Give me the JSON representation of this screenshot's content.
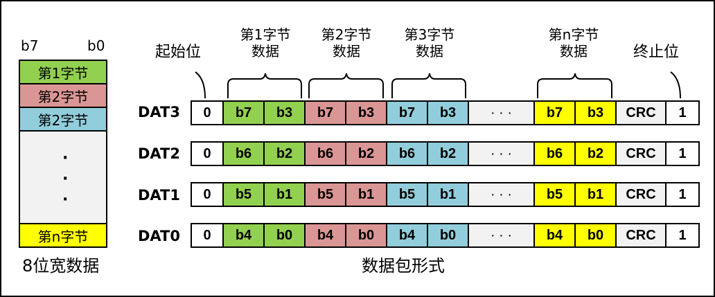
{
  "colors": {
    "byte1": "#92d050",
    "byte2": "#da9694",
    "byte3": "#92cddc",
    "byten": "#ffff00",
    "gap": "#f2f2f2",
    "plain": "#ffffff"
  },
  "left_panel": {
    "msb_label": "b7",
    "lsb_label": "b0",
    "rows": [
      "第1字节",
      "第2字节",
      "第2字节",
      "第n字节"
    ],
    "dots": [
      "·",
      "·",
      "·"
    ],
    "caption": "8位宽数据"
  },
  "packet": {
    "caption": "数据包形式",
    "start_label": "起始位",
    "end_label": "终止位",
    "group_labels": [
      {
        "line1": "第1字节",
        "line2": "数据"
      },
      {
        "line1": "第2字节",
        "line2": "数据"
      },
      {
        "line1": "第3字节",
        "line2": "数据"
      },
      {
        "line1": "第n字节",
        "line2": "数据"
      }
    ],
    "rows": [
      {
        "name": "DAT3",
        "start": "0",
        "b_hi": "b7",
        "b_lo": "b3",
        "ellipsis": "· · ·",
        "crc": "CRC",
        "end": "1"
      },
      {
        "name": "DAT2",
        "start": "0",
        "b_hi": "b6",
        "b_lo": "b2",
        "ellipsis": "· · ·",
        "crc": "CRC",
        "end": "1"
      },
      {
        "name": "DAT1",
        "start": "0",
        "b_hi": "b5",
        "b_lo": "b1",
        "ellipsis": "· · ·",
        "crc": "CRC",
        "end": "1"
      },
      {
        "name": "DAT0",
        "start": "0",
        "b_hi": "b4",
        "b_lo": "b0",
        "ellipsis": "· · ·",
        "crc": "CRC",
        "end": "1"
      }
    ]
  }
}
